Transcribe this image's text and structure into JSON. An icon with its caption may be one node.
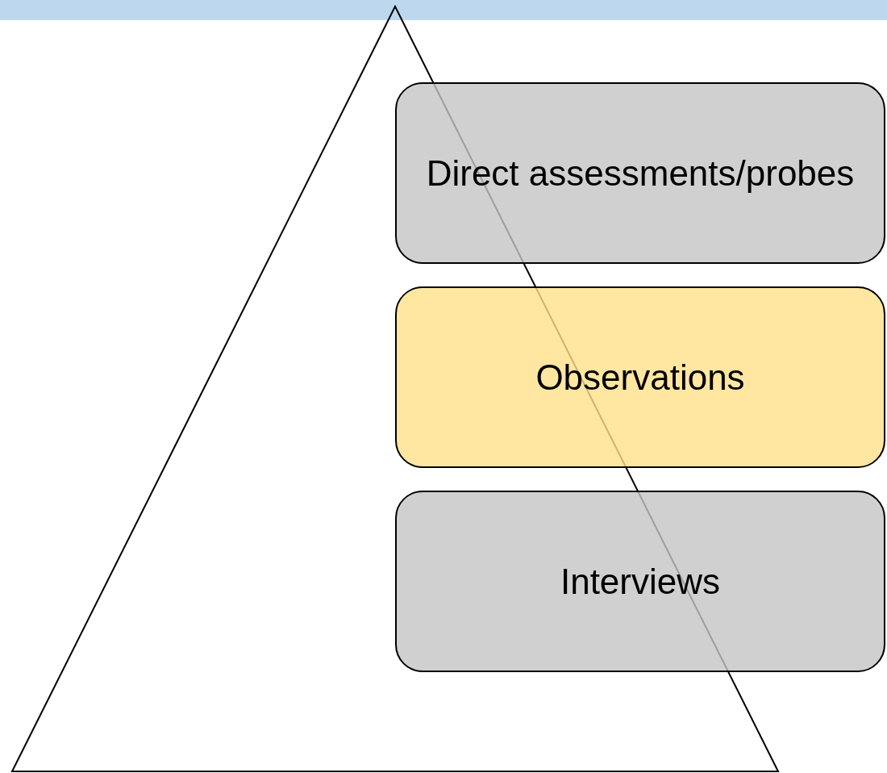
{
  "diagram": {
    "nodes": [
      {
        "text": [
          "Direct assessments/probes"
        ]
      },
      {
        "text": [
          "Observations"
        ]
      },
      {
        "text": [
          "Interviews"
        ]
      }
    ]
  }
}
